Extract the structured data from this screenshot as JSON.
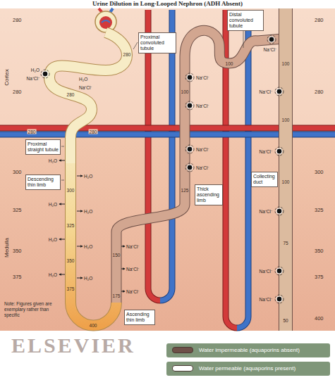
{
  "diagram": {
    "title": "Urine Dilution in Long-Looped Nephron (ADH Absent)",
    "nodes": [
      {
        "text": [
          "Proximal convoluted tubule"
        ]
      },
      {
        "text": [
          "Distal convoluted tubule"
        ]
      },
      {
        "text": [
          "Proximal straight tubule"
        ]
      },
      {
        "text": [
          "Descending thin limb"
        ]
      },
      {
        "text": [
          "Thick ascending limb"
        ]
      },
      {
        "text": [
          "Collecting duct"
        ]
      },
      {
        "text": [
          "Ascending thin limb"
        ]
      }
    ],
    "labels": [
      "Cortex",
      "Medulla",
      "280",
      "280",
      "300",
      "325",
      "350",
      "375",
      "280",
      "280",
      "300",
      "325",
      "350",
      "375",
      "400",
      "280",
      "280",
      "280",
      "280",
      "300",
      "325",
      "350",
      "375",
      "400",
      "175",
      "150",
      "125",
      "100",
      "100",
      "100",
      "100",
      "100",
      "75",
      "50",
      "H₂O",
      "Na⁺Cl⁻",
      "H₂O",
      "Na⁺Cl⁻",
      "H₂O",
      "H₂O",
      "H₂O",
      "H₂O",
      "H₂O",
      "H₂O",
      "H₂O",
      "H₂O",
      "Na⁺Cl⁻",
      "Na⁺Cl⁻",
      "Na⁺Cl⁻",
      "Na⁺Cl⁻",
      "Na⁺Cl⁻",
      "Na⁺Cl⁻",
      "Na⁺Cl⁻",
      "Na⁺Cl⁻",
      "Na⁺Cl⁻",
      "Na⁺Cl⁻",
      "Na⁺Cl⁻",
      "Na⁺Cl⁻",
      "Na⁺Cl⁻",
      "Note: Figures given are exemplary rather than specific",
      "ELSEVIER"
    ],
    "legend": [
      {
        "text": "Water impermeable (aquaporins absent)",
        "color": "#6e5048"
      },
      {
        "text": "Water permeable (aquaporins present)",
        "color": "#ffffff"
      }
    ]
  }
}
